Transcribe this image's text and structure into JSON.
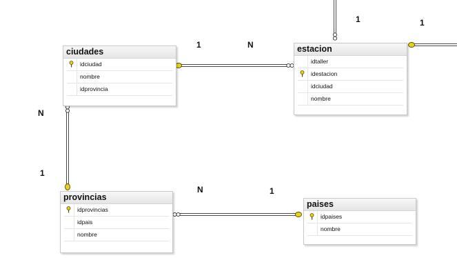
{
  "tables": {
    "ciudades": {
      "name": "ciudades",
      "columns": [
        "idciudad",
        "nombre",
        "idprovincia"
      ],
      "primary_key": "idciudad"
    },
    "estacion": {
      "name": "estacion",
      "columns": [
        "idtaller",
        "idestacion",
        "idciudad",
        "nombre"
      ],
      "primary_key": "idestacion"
    },
    "provincias": {
      "name": "provincias",
      "columns": [
        "idprovincias",
        "idpais",
        "nombre"
      ],
      "primary_key": "idprovincias"
    },
    "paises": {
      "name": "paises",
      "columns": [
        "idpaises",
        "nombre"
      ],
      "primary_key": "idpaises"
    }
  },
  "relationships": [
    {
      "id": "ciudades-estacion",
      "one": "ciudades",
      "many": "estacion",
      "one_label": "1",
      "many_label": "N"
    },
    {
      "id": "provincias-ciudades",
      "one": "provincias",
      "many": "ciudades",
      "one_label": "1",
      "many_label": "N"
    },
    {
      "id": "paises-provincias",
      "one": "paises",
      "many": "provincias",
      "one_label": "1",
      "many_label": "N"
    },
    {
      "id": "estacion-top",
      "one_label": "1"
    },
    {
      "id": "estacion-right",
      "one_label": "1"
    }
  ],
  "colors": {
    "key": "#e8d21f",
    "key_outline": "#5a4f00",
    "line": "#4a4a4a",
    "header": "#e6e6e6"
  },
  "icons": {
    "primary_key": "key-icon",
    "one_end": "key-connector-icon",
    "many_end": "infinity-connector-icon"
  }
}
